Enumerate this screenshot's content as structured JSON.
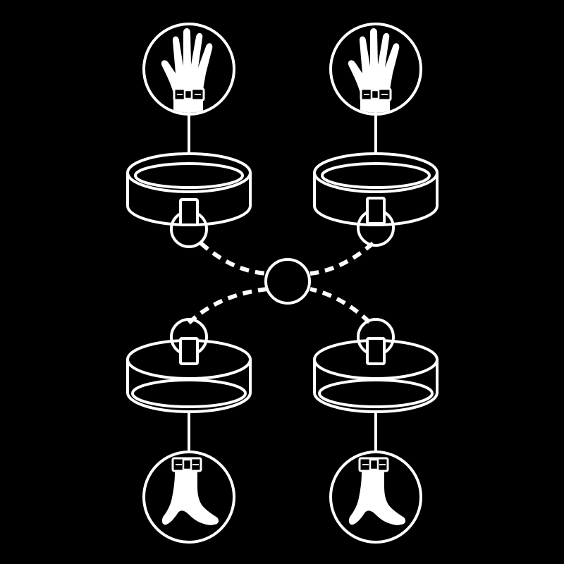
{
  "colors": {
    "background": "#000000",
    "stroke": "#ffffff"
  },
  "diagram": {
    "icons": [
      {
        "name": "left-wrist-cuff-icon",
        "depicts": "hand-with-cuff-icon"
      },
      {
        "name": "right-wrist-cuff-icon",
        "depicts": "hand-with-cuff-icon"
      },
      {
        "name": "left-ankle-cuff-icon",
        "depicts": "foot-with-cuff-icon"
      },
      {
        "name": "right-ankle-cuff-icon",
        "depicts": "foot-with-cuff-icon"
      }
    ],
    "cuffs": [
      "upper-left-cuff",
      "upper-right-cuff",
      "lower-left-cuff",
      "lower-right-cuff"
    ],
    "connector": "center-ring",
    "chains": [
      "chain-upper-left",
      "chain-upper-right",
      "chain-lower-left",
      "chain-lower-right"
    ]
  }
}
